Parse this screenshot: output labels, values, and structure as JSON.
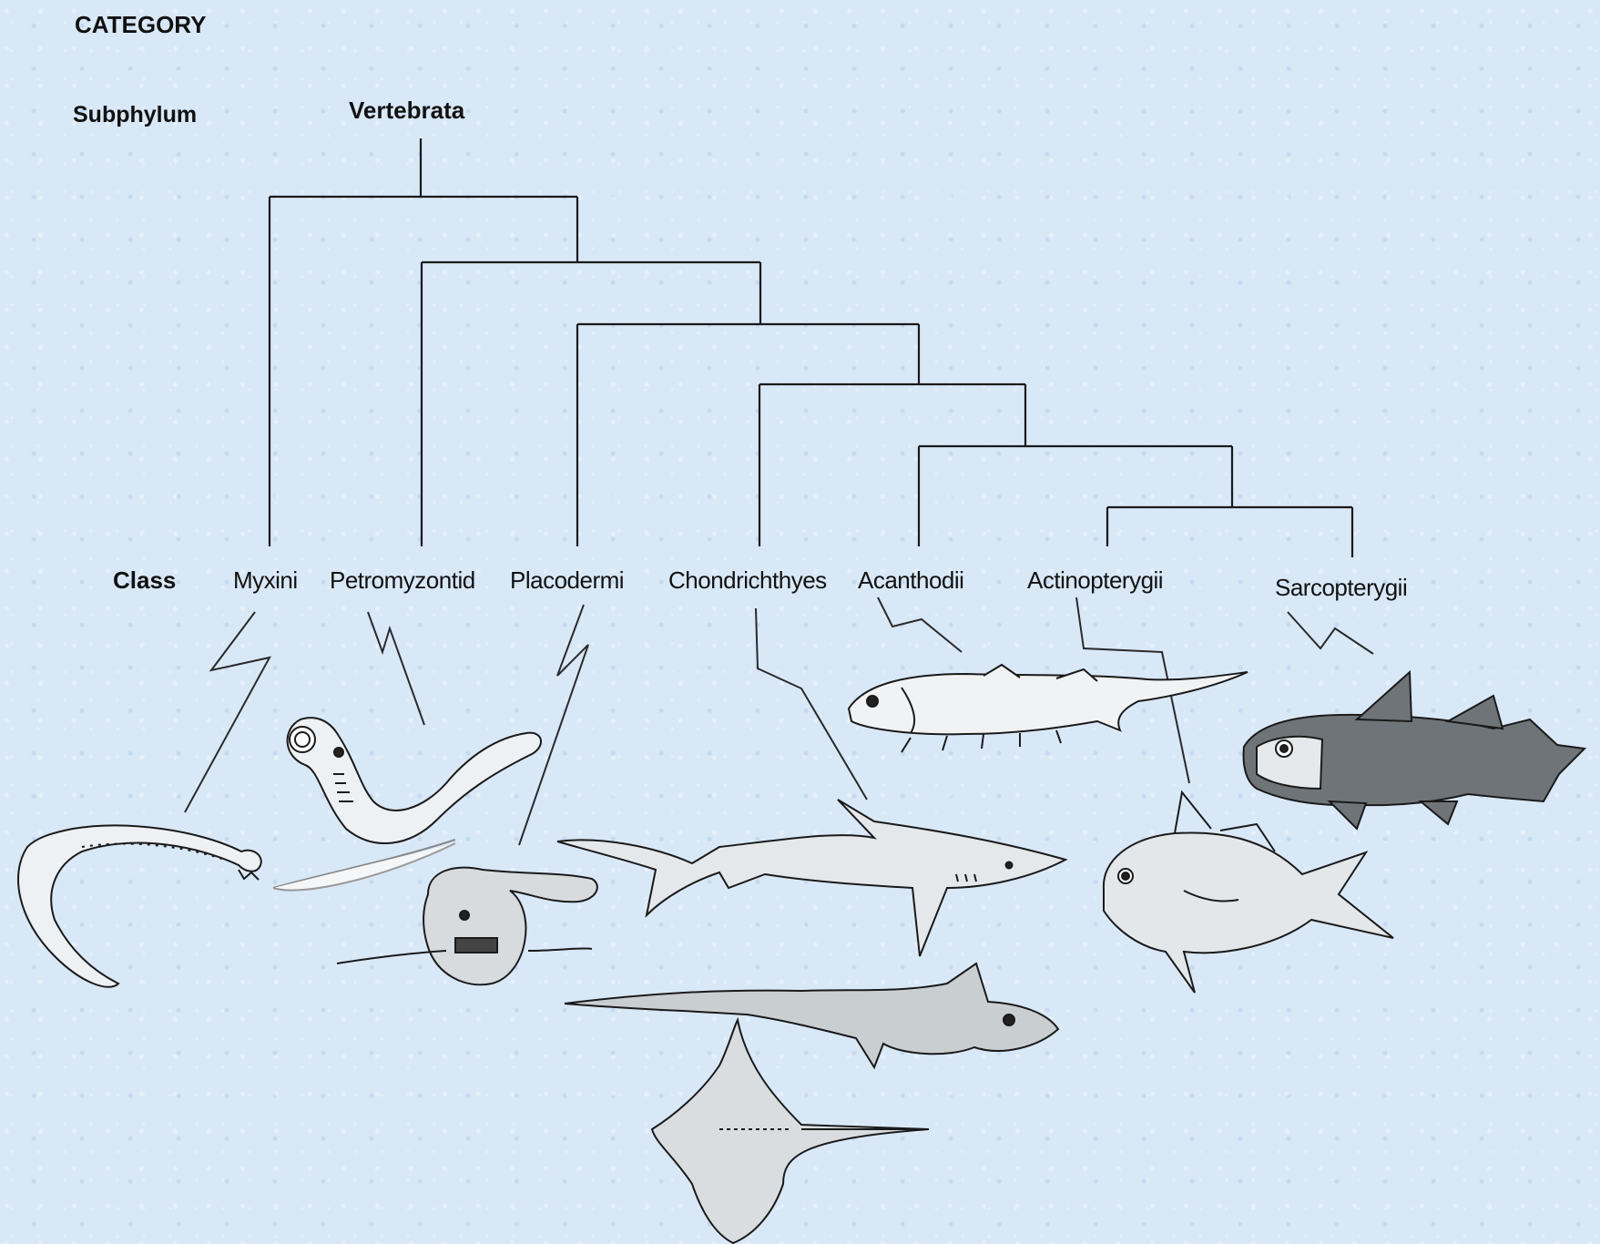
{
  "header": {
    "category_label": "CATEGORY",
    "subphylum_label": "Subphylum",
    "class_label": "Class"
  },
  "tree": {
    "root": "Vertebrata",
    "taxa": [
      {
        "name": "Myxini",
        "icon": "hagfish-icon"
      },
      {
        "name": "Petromyzontid",
        "icon": "lamprey-icon"
      },
      {
        "name": "Placodermi",
        "icon": "placoderm-icon"
      },
      {
        "name": "Chondrichthyes",
        "icon": "shark-ray-chimaera-icon"
      },
      {
        "name": "Acanthodii",
        "icon": "acanthodian-icon"
      },
      {
        "name": "Actinopterygii",
        "icon": "ray-finned-fish-icon"
      },
      {
        "name": "Sarcopterygii",
        "icon": "coelacanth-icon"
      }
    ]
  },
  "colors": {
    "background": "#d9e8f7",
    "line": "#1a1a1a",
    "illustration_fill": "#e8ecef"
  }
}
